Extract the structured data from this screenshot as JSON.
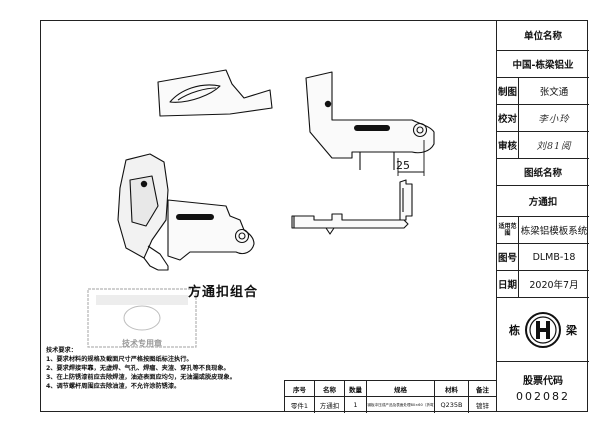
{
  "title_block": {
    "unit_label": "单位名称",
    "unit_value": "中国-栋梁铝业",
    "drawn_label": "制图",
    "drawn_value": "张文通",
    "check_label": "校对",
    "check_value": "李小玲",
    "review_label": "审核",
    "review_value": "刘81阅",
    "drawing_name_label": "图纸名称",
    "drawing_name_value": "方通扣",
    "scope_label": "适用范围",
    "scope_value": "栋梁铝模板系统",
    "number_label": "图号",
    "number_value": "DLMB-18",
    "date_label": "日期",
    "date_value": "2020年7月",
    "logo_left": "栋",
    "logo_right": "梁",
    "stock_label": "股票代码",
    "stock_value": "002082"
  },
  "parts_table": {
    "headers": [
      "序号",
      "名称",
      "数量",
      "规格",
      "材料",
      "备注"
    ],
    "rows": [
      [
        "零件1",
        "方通扣",
        "1",
        "用钢板冲压成产品及表面处理80×60（折弯）",
        "Q235B",
        "镀锌"
      ]
    ]
  },
  "drawing": {
    "assembly_title": "方通扣组合",
    "dimension_label": "25",
    "stamp_lines": [
      "技术专用章"
    ]
  },
  "notes": {
    "heading": "技术要求：",
    "items": [
      "1、要求材料的规格及截面尺寸严格按图纸标注执行。",
      "2、要求焊接牢靠，无虚焊、气孔、焊瘤、夹渣、穿孔等不良现象。",
      "3、在上防锈漆前应去除焊渣，油迹表面应均匀，无油漏或脱皮现象。",
      "4、调节螺杆周围应去除油渣，不允许涂防锈漆。"
    ]
  }
}
